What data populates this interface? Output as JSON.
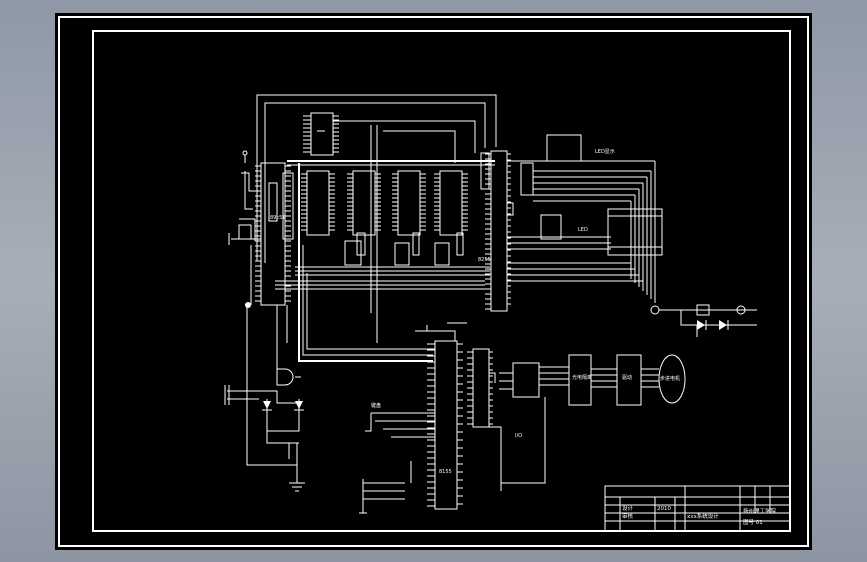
{
  "window": {
    "background": "#9aa2ae",
    "sheet_color": "#000000",
    "ink_color": "#ffffff"
  },
  "drawing": {
    "labels": {
      "mcu": "89c51",
      "chip_8155": "8155",
      "chip_8255": "8255",
      "motor": "步进电机",
      "driver": "驱动",
      "isolation": "光电隔离",
      "led_panel": "LED显示",
      "led_panel2": "LED",
      "io": "I/O",
      "keyboard": "键盘"
    },
    "title_block": {
      "title": "xxx系统设计",
      "school": "扬州理工学院",
      "drawing_no": "图号 01",
      "designer": "设计",
      "checker": "审核",
      "date": "2010"
    }
  }
}
